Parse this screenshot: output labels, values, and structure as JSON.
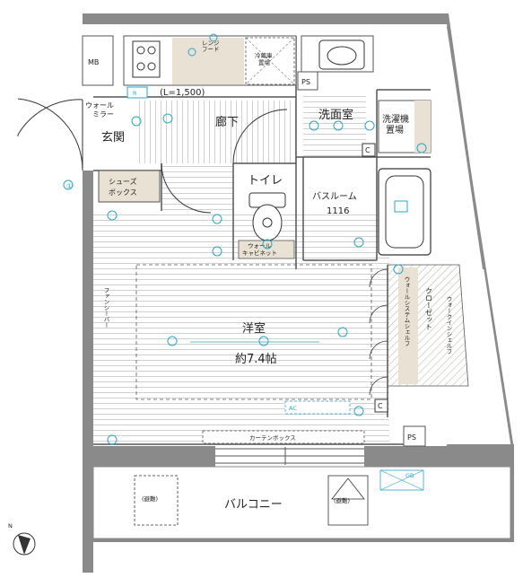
{
  "labels": {
    "mb": "MB",
    "ps_top": "PS",
    "ps_bottom": "PS",
    "kitchen_length": "(L=1,500)",
    "wall_mirror": "ウォール\nミラー",
    "genkan": "玄関",
    "shoes_box": "シューズ\nボックス",
    "corridor": "廊下",
    "toilet": "トイレ",
    "wall_cabinet": "ウォール\nキャビネット",
    "senmenshitsu": "洗面室",
    "washer": "洗濯機\n置場",
    "bathroom": "バスルーム",
    "bath_size": "1116",
    "youshitsu": "洋室",
    "area": "約7.4帖",
    "closet": "クローゼット",
    "walkin_shelf": "ウォークインシェルフ",
    "system_shelf": "ウォールシステムシェルフ",
    "fancy_bar": "ファンシーバー",
    "curtain_box": "カーテンボックス",
    "balcony": "バルコニー",
    "hinan_left": "(避難)",
    "hinan_right": "(避難)",
    "fridge": "冷蔵庫\n置場",
    "range_hood": "レンジ\nフード",
    "ac": "AC",
    "gb": "GB",
    "c1": "C",
    "c2": "C",
    "north": "N",
    "circle_1": "①"
  }
}
